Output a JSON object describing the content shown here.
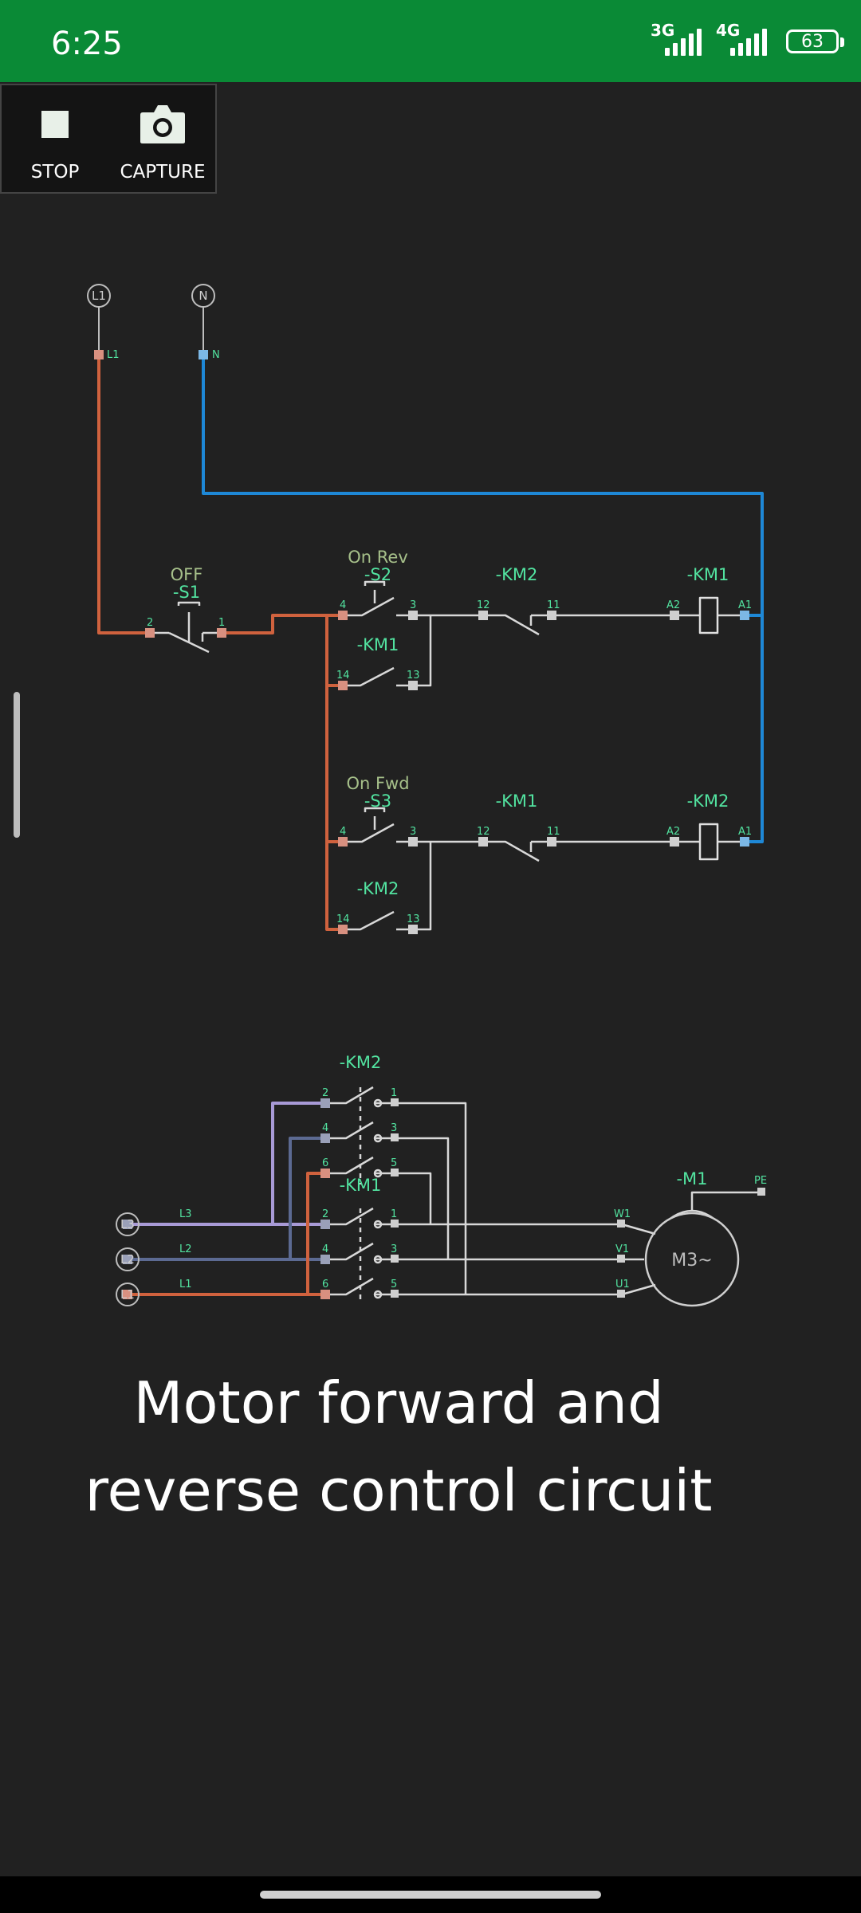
{
  "status_bar": {
    "time": "6:25",
    "network_1": "3G",
    "network_2": "4G",
    "battery": "63"
  },
  "recorder": {
    "stop_label": "STOP",
    "capture_label": "CAPTURE"
  },
  "circuit": {
    "supply_l1": "L1",
    "supply_n": "N",
    "s1": {
      "state": "OFF",
      "tag": "-S1",
      "t_left": "2",
      "t_right": "1"
    },
    "s2": {
      "state": "On Rev",
      "tag": "-S2",
      "t_left": "4",
      "t_right": "3"
    },
    "s3": {
      "state": "On Fwd",
      "tag": "-S3",
      "t_left": "4",
      "t_right": "3"
    },
    "row1": {
      "interlock_tag": "-KM2",
      "coil_tag": "-KM1",
      "seal_tag": "-KM1",
      "t12": "12",
      "t11": "11",
      "a2": "A2",
      "a1": "A1",
      "t14": "14",
      "t13": "13"
    },
    "row2": {
      "interlock_tag": "-KM1",
      "coil_tag": "-KM2",
      "seal_tag": "-KM2",
      "t12": "12",
      "t11": "11",
      "a2": "A2",
      "a1": "A1",
      "t14": "14",
      "t13": "13"
    },
    "power": {
      "km2_tag": "-KM2",
      "km1_tag": "-KM1",
      "contact_in": [
        "2",
        "4",
        "6"
      ],
      "contact_out": [
        "1",
        "3",
        "5"
      ],
      "phases": [
        "L3",
        "L2",
        "L1"
      ],
      "motor_terms": [
        "W1",
        "V1",
        "U1"
      ],
      "motor_tag": "-M1",
      "motor_label": "M3~",
      "pe": "PE"
    }
  },
  "caption": {
    "line1": "Motor forward and",
    "line2": "reverse control circuit"
  },
  "colors": {
    "status_green": "#0a8a36",
    "background": "#212121",
    "phase_l1": "#d0623e",
    "neutral": "#1e88d6",
    "phase_l2": "#5c6a92",
    "phase_l3": "#a89ad6",
    "tag_green": "#52e3a0"
  }
}
